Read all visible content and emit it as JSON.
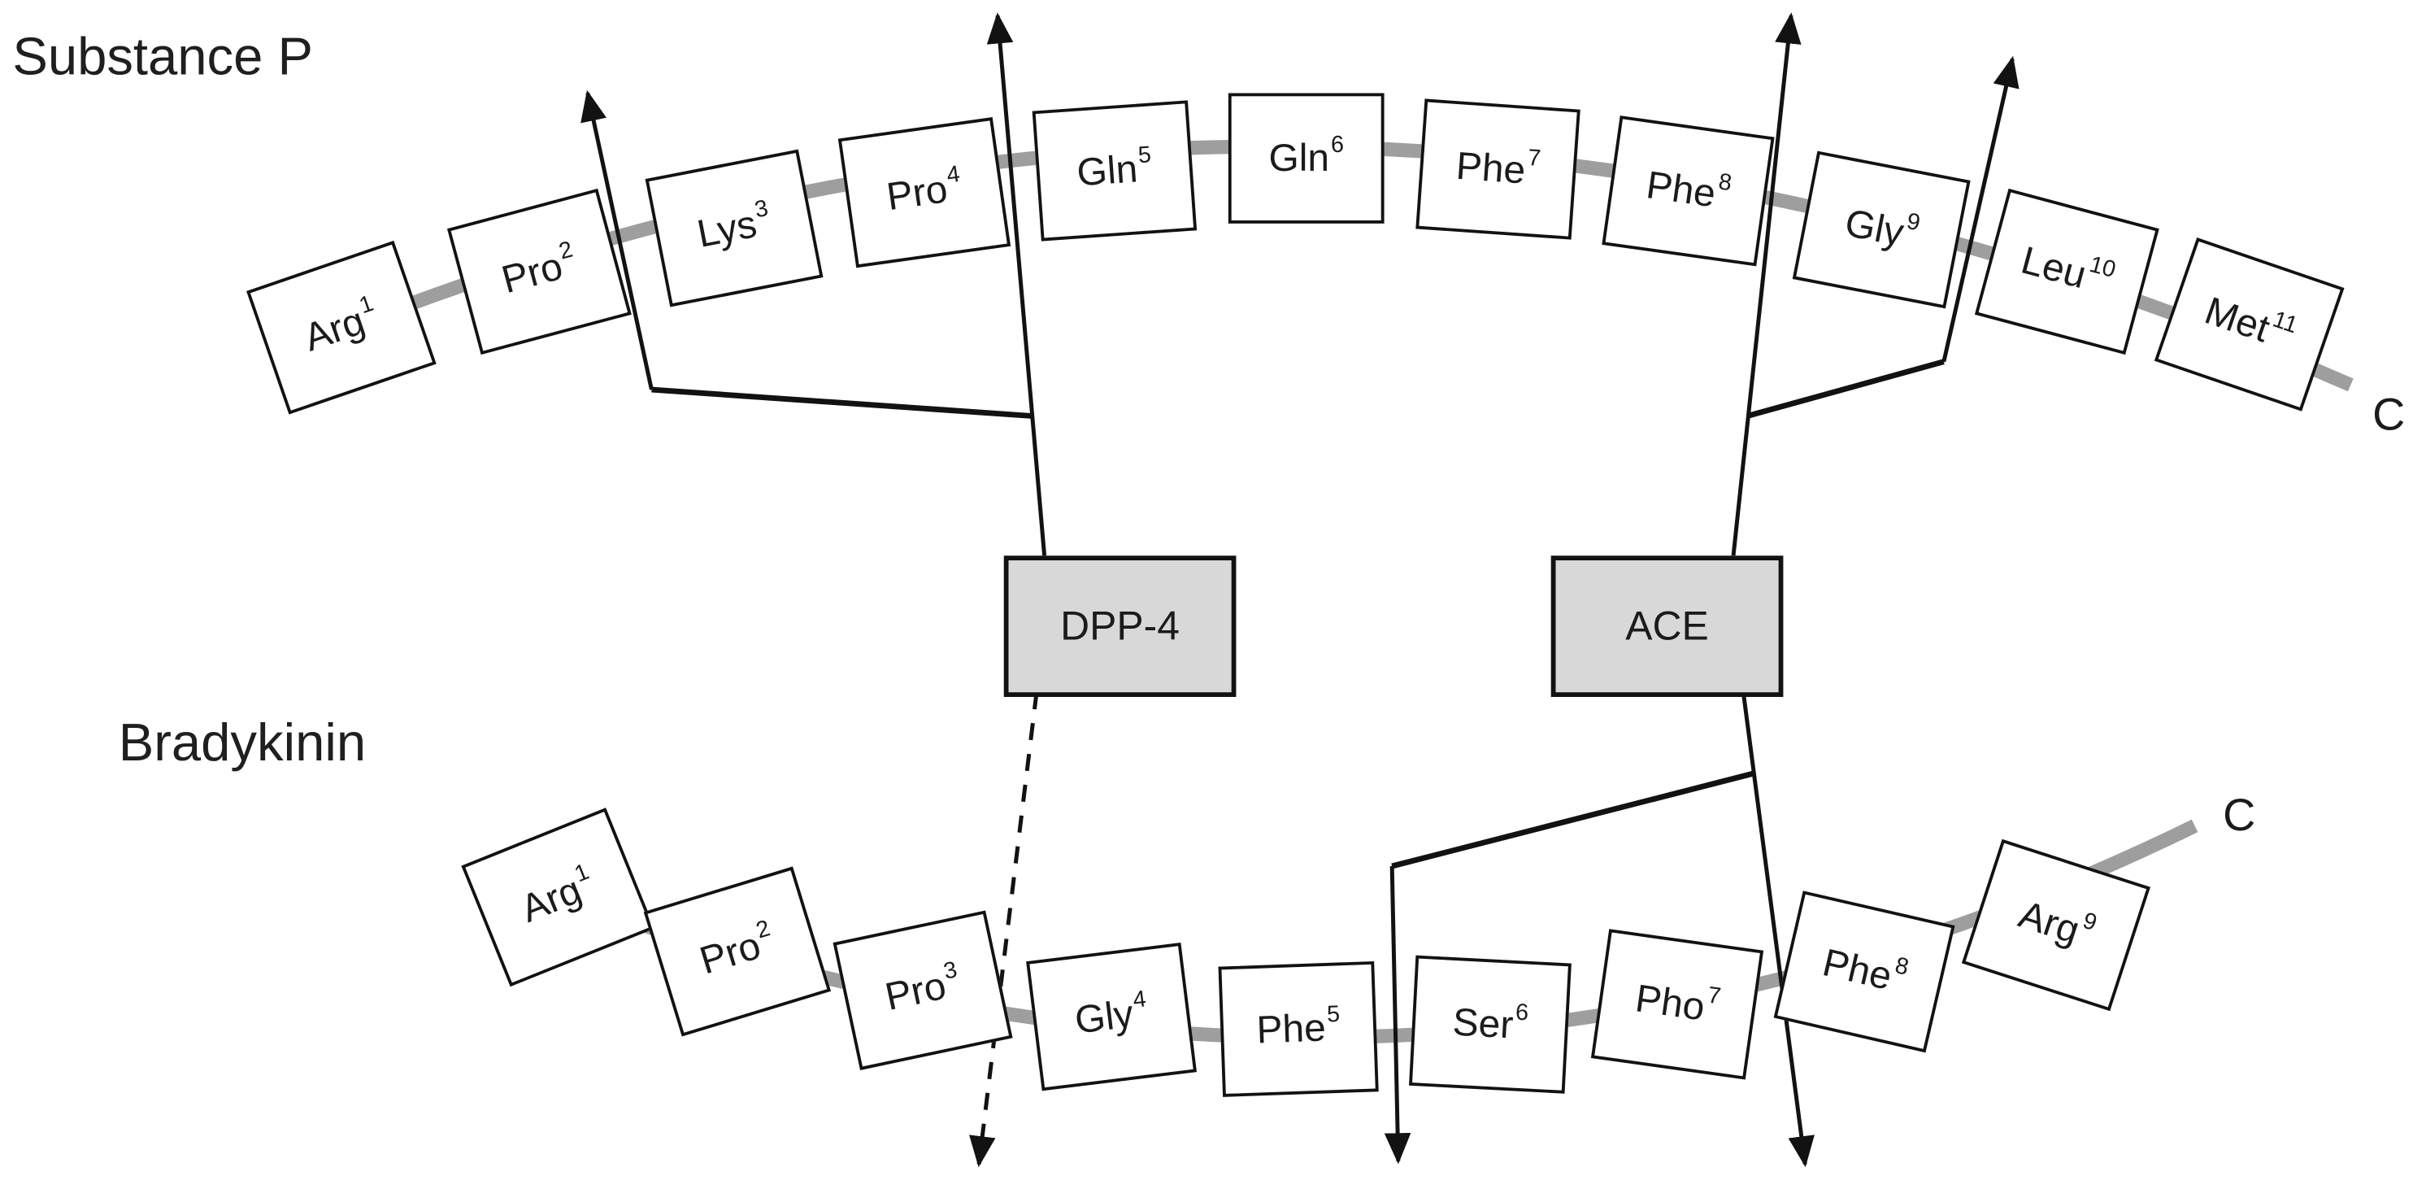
{
  "peptides": {
    "substance_p": {
      "title": "Substance P",
      "c_terminus": "C",
      "residues": [
        {
          "name": "Arg",
          "num": "1"
        },
        {
          "name": "Pro",
          "num": "2"
        },
        {
          "name": "Lys",
          "num": "3"
        },
        {
          "name": "Pro",
          "num": "4"
        },
        {
          "name": "Gln",
          "num": "5"
        },
        {
          "name": "Gln",
          "num": "6"
        },
        {
          "name": "Phe",
          "num": "7"
        },
        {
          "name": "Phe",
          "num": "8"
        },
        {
          "name": "Gly",
          "num": "9"
        },
        {
          "name": "Leu",
          "num": "10"
        },
        {
          "name": "Met",
          "num": "11"
        }
      ]
    },
    "bradykinin": {
      "title": "Bradykinin",
      "c_terminus": "C",
      "residues": [
        {
          "name": "Arg",
          "num": "1"
        },
        {
          "name": "Pro",
          "num": "2"
        },
        {
          "name": "Pro",
          "num": "3"
        },
        {
          "name": "Gly",
          "num": "4"
        },
        {
          "name": "Phe",
          "num": "5"
        },
        {
          "name": "Ser",
          "num": "6"
        },
        {
          "name": "Pho",
          "num": "7"
        },
        {
          "name": "Phe",
          "num": "8"
        },
        {
          "name": "Arg",
          "num": "9"
        }
      ]
    }
  },
  "enzymes": {
    "dpp4": {
      "label": "DPP-4"
    },
    "ace": {
      "label": "ACE"
    }
  },
  "colors": {
    "backbone_gray": "#9e9e9e",
    "line_black": "#121212",
    "enzyme_fill": "#d8d8d8",
    "box_fill": "#ffffff"
  }
}
